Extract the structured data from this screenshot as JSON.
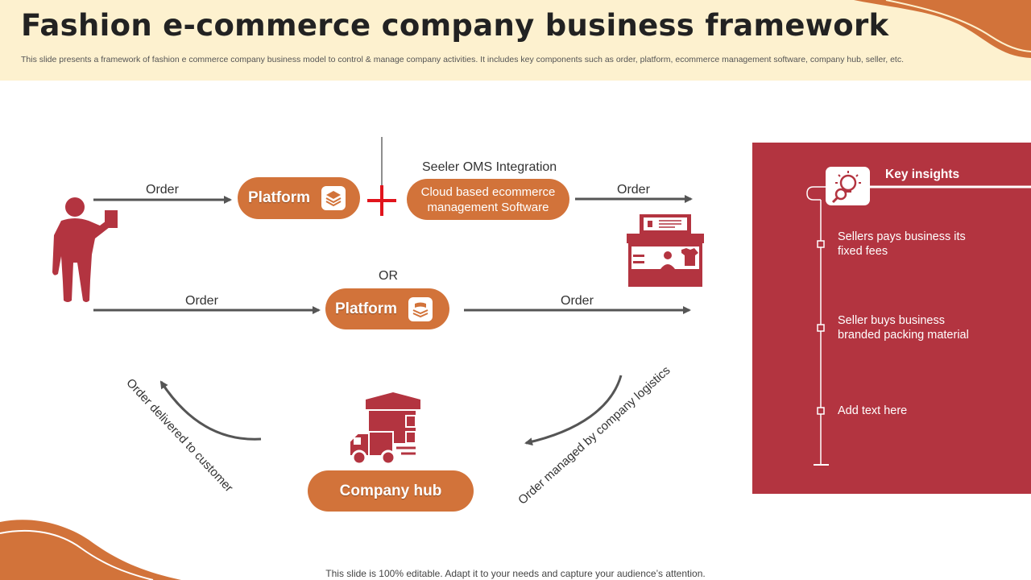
{
  "header": {
    "title": "Fashion e-commerce company business framework",
    "subtitle": "This slide presents a framework of fashion e commerce company business model to control & manage company activities. It includes key components such as order, platform, ecommerce management software, company hub, seller, etc."
  },
  "flow": {
    "top_order_left": "Order",
    "top_platform": "Platform",
    "oms_caption": "Seeler OMS Integration",
    "oms_software": "Cloud based ecommerce management Software",
    "top_order_right": "Order",
    "or_label": "OR",
    "mid_order_left": "Order",
    "mid_platform": "Platform",
    "mid_order_right": "Order",
    "delivered": "Order delivered to customer",
    "managed": "Order managed by company logistics",
    "hub": "Company hub"
  },
  "insights": {
    "title": "Key insights",
    "items": [
      "Sellers pays business its fixed fees",
      "Seller buys business branded packing material",
      "Add text here"
    ]
  },
  "footer": "This slide is 100% editable. Adapt it to your needs and capture your audience’s attention.",
  "colors": {
    "accent_orange": "#d2733a",
    "panel_red": "#b33440",
    "icon_red": "#b33440",
    "header_bg": "#fdf1cf"
  }
}
